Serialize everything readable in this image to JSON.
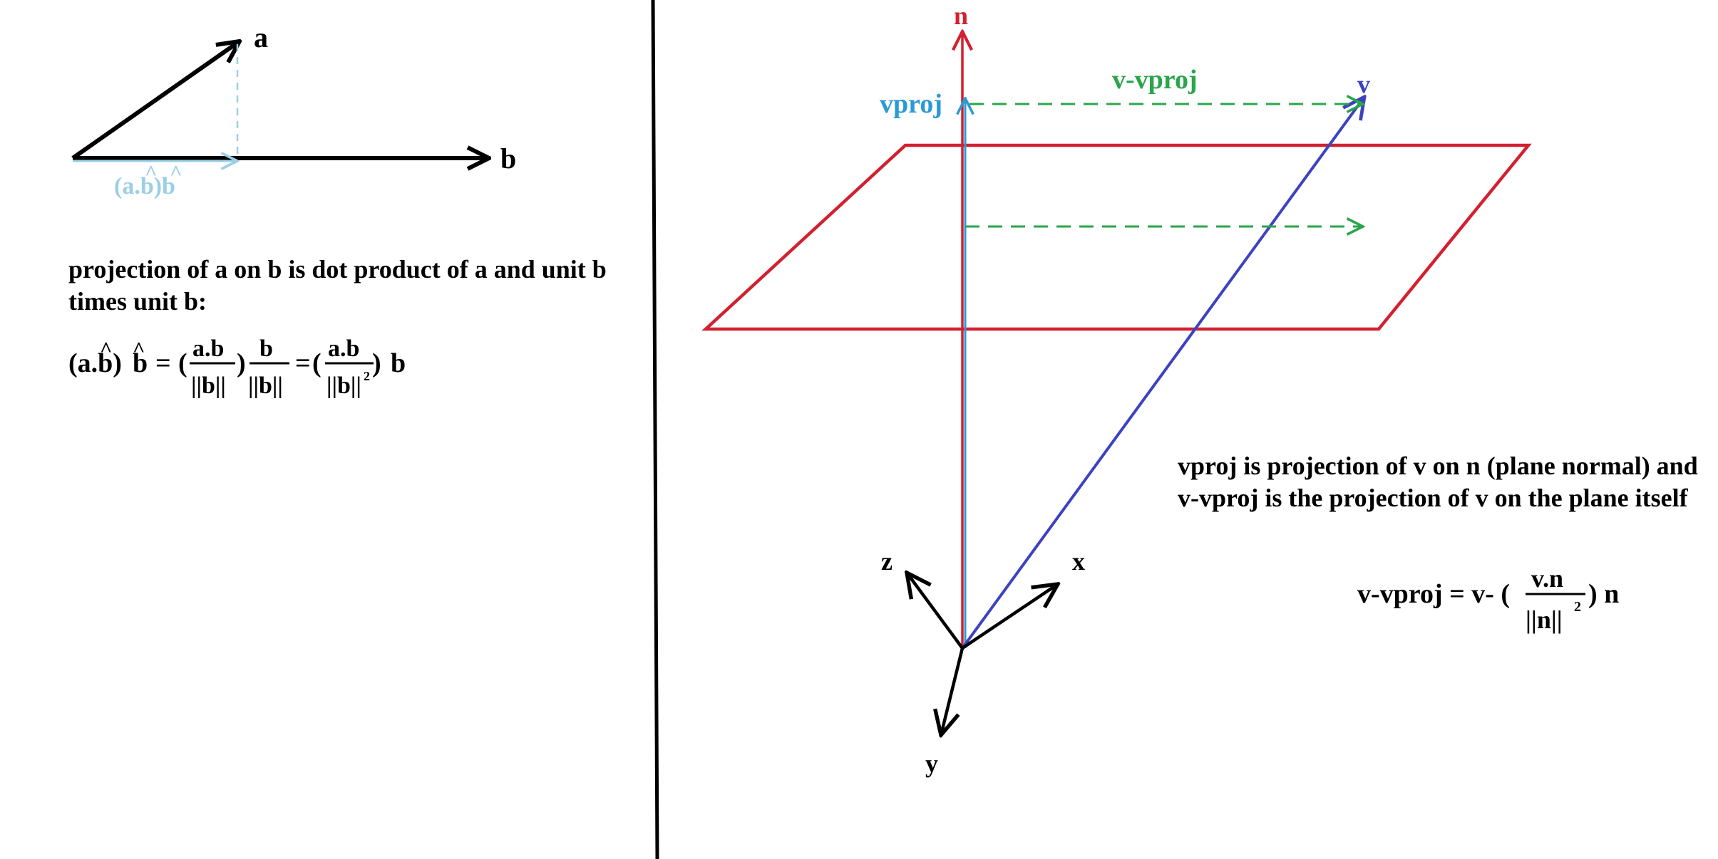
{
  "colors": {
    "black": "#000000",
    "light_blue": "#9ad0e6",
    "red": "#d32030",
    "mid_blue": "#2a9ad6",
    "green": "#2aa54a",
    "dark_blue": "#3d42c0"
  },
  "left_panel": {
    "label_a": "a",
    "label_b": "b",
    "label_proj": "(a.b)b",
    "hat_symbol": "^",
    "description": "projection of a on b is dot product of a and unit b times unit b:",
    "formula": {
      "lhs_open": "(a.b)",
      "lhs_b": "b",
      "equals": "=",
      "paren_open": "(",
      "paren_close": ")",
      "frac1_num": "a.b",
      "frac1_den": "||b||",
      "frac2_num": "b",
      "frac2_den": "||b||",
      "frac3_num": "a.b",
      "frac3_den": "||b||",
      "exponent": "2",
      "tail": "b"
    }
  },
  "right_panel": {
    "label_n": "n",
    "label_vproj": "vproj",
    "label_v_minus_vproj": "v-vproj",
    "label_v": "v",
    "label_x": "x",
    "label_y": "y",
    "label_z": "z",
    "description": "vproj is projection of v on n (plane normal) and v-vproj is the projection of v on the plane itself",
    "formula": {
      "lhs": "v-vproj = v- (",
      "num": "v.n",
      "den": "||n||",
      "exponent": "2",
      "tail": ") n"
    }
  }
}
